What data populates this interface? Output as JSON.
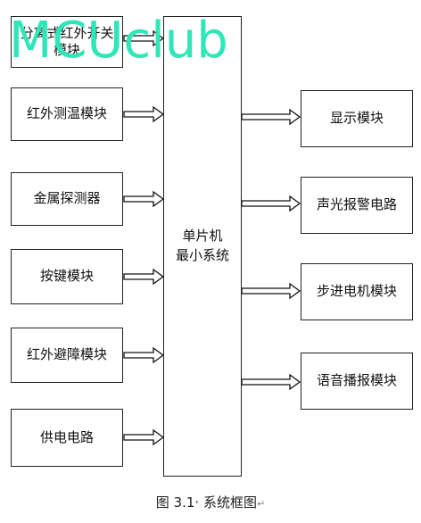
{
  "inputs": [
    {
      "line1": "分离式红外开关",
      "line2": "模块"
    },
    {
      "line1": "红外测温模块",
      "line2": ""
    },
    {
      "line1": "金属探测器",
      "line2": ""
    },
    {
      "line1": "按键模块",
      "line2": ""
    },
    {
      "line1": "红外避障模块",
      "line2": ""
    },
    {
      "line1": "供电电路",
      "line2": ""
    }
  ],
  "center": {
    "line1": "单片机",
    "line2": "最小系统"
  },
  "outputs": [
    {
      "label": "显示模块"
    },
    {
      "label": "声光报警电路"
    },
    {
      "label": "步进电机模块"
    },
    {
      "label": "语音播报模块"
    }
  ],
  "caption": "图 3.1· 系统框图",
  "caption_mark": "↵",
  "watermark": "MCUclub"
}
